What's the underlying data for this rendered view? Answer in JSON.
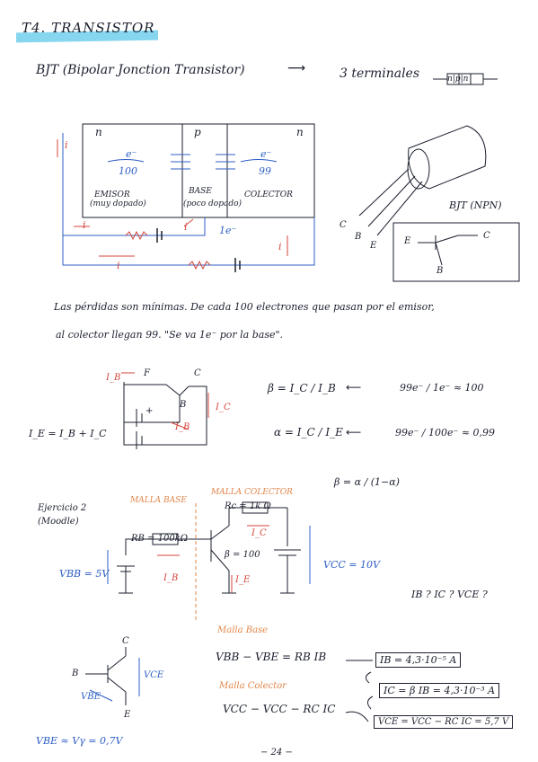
{
  "title": "T4. TRANSISTOR",
  "bjt_line": "BJT (Bipolar Jonction Transistor)",
  "terminals": "3 terminales",
  "symbol_box": "n|p|n",
  "regions": {
    "n1": "n",
    "p": "p",
    "n2": "n"
  },
  "electrons": {
    "emitter_count": "100",
    "e_minus": "e⁻",
    "collector_count": "99"
  },
  "labels": {
    "emisor": "EMISOR",
    "emisor_note": "(muy dopado)",
    "base": "BASE",
    "base_note": "(poco dopado)",
    "colector": "COLECTOR",
    "one_e": "1e⁻",
    "i_vertical": "i",
    "i_left": "i",
    "i_base": "i",
    "i_collector": "i",
    "i_bottom": "i"
  },
  "bjt_npn": "BJT (NPN)",
  "pins": {
    "c": "C",
    "b": "B",
    "e": "E"
  },
  "symbol_pins": {
    "e": "E",
    "c": "C",
    "b": "B"
  },
  "note_line1": "Las pérdidas son mínimas. De cada 100 electrones que pasan por el emisor,",
  "note_line2": "al colector llegan 99. \"Se va 1e⁻ por la base\".",
  "circuit2": {
    "ib": "I_B",
    "f": "F",
    "c": "C",
    "b": "B",
    "ic": "I_C",
    "ib2": "I_B",
    "plus": "+"
  },
  "ie_formula": "I_E = I_B + I_C",
  "beta_eq": "β = I_C / I_B",
  "beta_val": "99e⁻ / 1e⁻ ≈ 100",
  "alpha_eq": "α = I_C / I_E",
  "alpha_val": "99e⁻ / 100e⁻ ≈ 0,99",
  "beta_alpha": "β = α / (1−α)",
  "exercise": {
    "title": "Ejercicio 2",
    "sub": "(Moodle)"
  },
  "mesh_base": "MALLA BASE",
  "mesh_collector": "MALLA COLECTOR",
  "rc": "Rc = 1k Ω",
  "rb": "RB = 100kΩ",
  "beta100": "β = 100",
  "ic_label": "I_C",
  "ib_label": "I_B",
  "ie_label": "I_E",
  "vbb": "VBB = 5V",
  "vcc": "VCC = 10V",
  "questions": "IB ? IC ? VCE ?",
  "malla_base": "Malla Base",
  "malla_colector": "Malla Colector",
  "eq_base": "VBB − VBE = RB IB",
  "eq_collector": "VCC − VCC − RC IC",
  "res_ib": "IB = 4,3·10⁻⁵ A",
  "res_ic": "IC = β IB = 4,3·10⁻³ A",
  "res_vce": "VCE = VCC − RC IC = 5,7 V",
  "sym_c": "C",
  "sym_b": "B",
  "sym_e": "E",
  "sym_vce": "VCE",
  "sym_vbe": "VBE",
  "vbe_eq": "VBE ≈ Vγ = 0,7V",
  "page_number": "− 24 −"
}
